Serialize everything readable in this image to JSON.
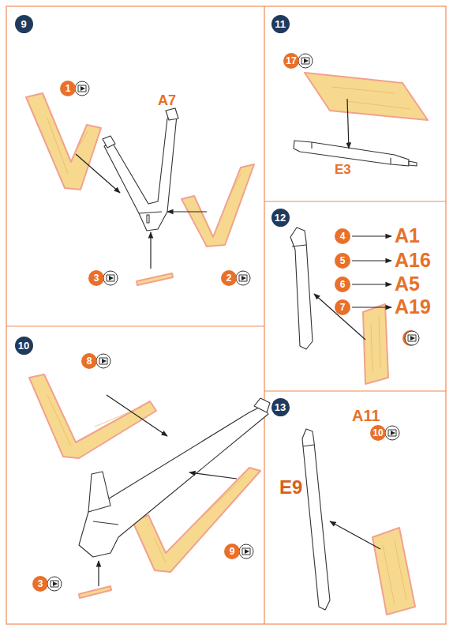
{
  "diagram": {
    "nodes": [
      {
        "text": [
          "9"
        ]
      },
      {
        "text": [
          "1"
        ]
      },
      {
        "text": [
          "3"
        ]
      },
      {
        "text": [
          "2"
        ]
      },
      {
        "text": [
          "11"
        ]
      },
      {
        "text": [
          "17"
        ]
      },
      {
        "text": [
          "12"
        ]
      },
      {
        "text": [
          "4"
        ]
      },
      {
        "text": [
          "5"
        ]
      },
      {
        "text": [
          "6"
        ]
      },
      {
        "text": [
          "7"
        ]
      },
      {
        "text": [
          "10"
        ]
      },
      {
        "text": [
          "8"
        ]
      },
      {
        "text": [
          "3"
        ]
      },
      {
        "text": [
          "9"
        ]
      },
      {
        "text": [
          "13"
        ]
      },
      {
        "text": [
          "10"
        ]
      }
    ],
    "labels": [
      "A7",
      "E3",
      "A1",
      "A16",
      "A5",
      "A19",
      "A11",
      "E9"
    ]
  }
}
